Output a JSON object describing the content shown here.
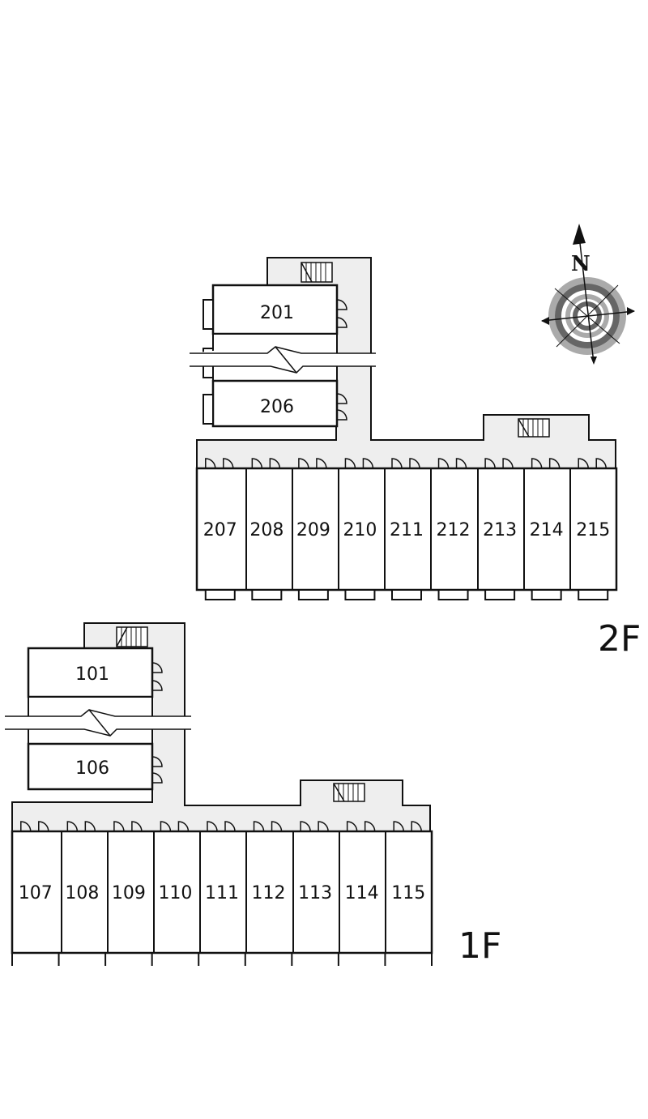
{
  "floors": [
    {
      "id": "2F",
      "label": "2F",
      "top_units": [
        "201",
        "206"
      ],
      "row_units": [
        "207",
        "208",
        "209",
        "210",
        "211",
        "212",
        "213",
        "214",
        "215"
      ]
    },
    {
      "id": "1F",
      "label": "1F",
      "top_units": [
        "101",
        "106"
      ],
      "row_units": [
        "107",
        "108",
        "109",
        "110",
        "111",
        "112",
        "113",
        "114",
        "115"
      ]
    }
  ],
  "compass": {
    "north_label": "N",
    "icon": "compass-rose-icon"
  },
  "colors": {
    "corridor": "#eeeeee",
    "line": "#111111",
    "compass_dark": "#666666",
    "compass_light": "#aaaaaa"
  }
}
